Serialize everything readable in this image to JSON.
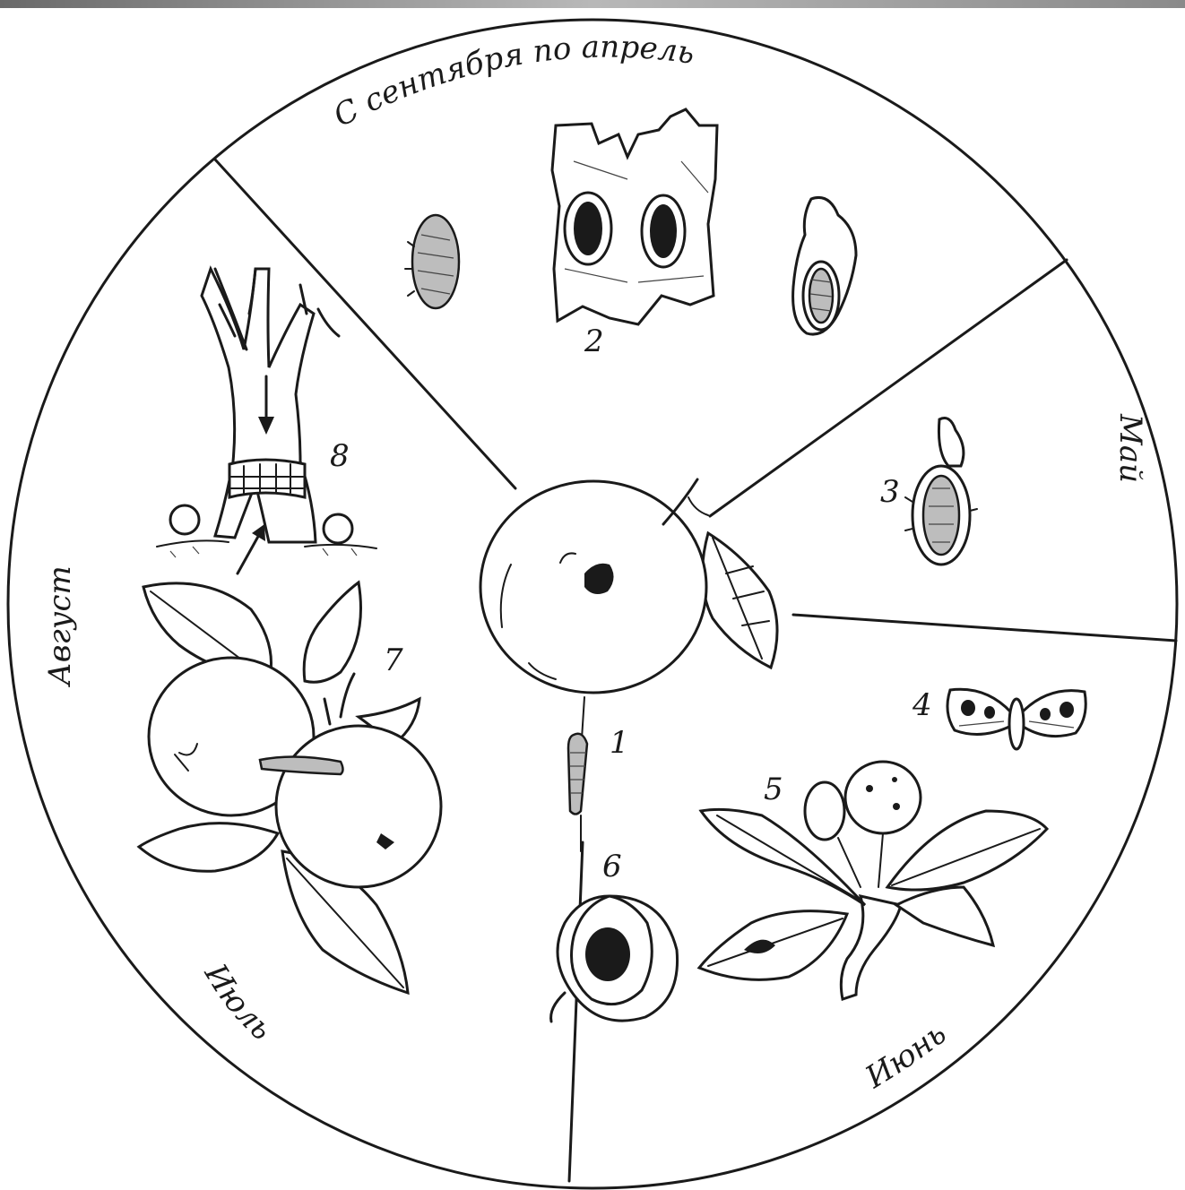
{
  "months": {
    "sep_apr": "С сентября по апрель",
    "may": "Май",
    "june": "Июнь",
    "july": "Июль",
    "august": "Август"
  },
  "stages": [
    "1",
    "2",
    "3",
    "4",
    "5",
    "6",
    "7",
    "8"
  ],
  "colors": {
    "ink": "#1a1a1a",
    "background": "#ffffff",
    "top_bar": "#9a9a9a"
  }
}
